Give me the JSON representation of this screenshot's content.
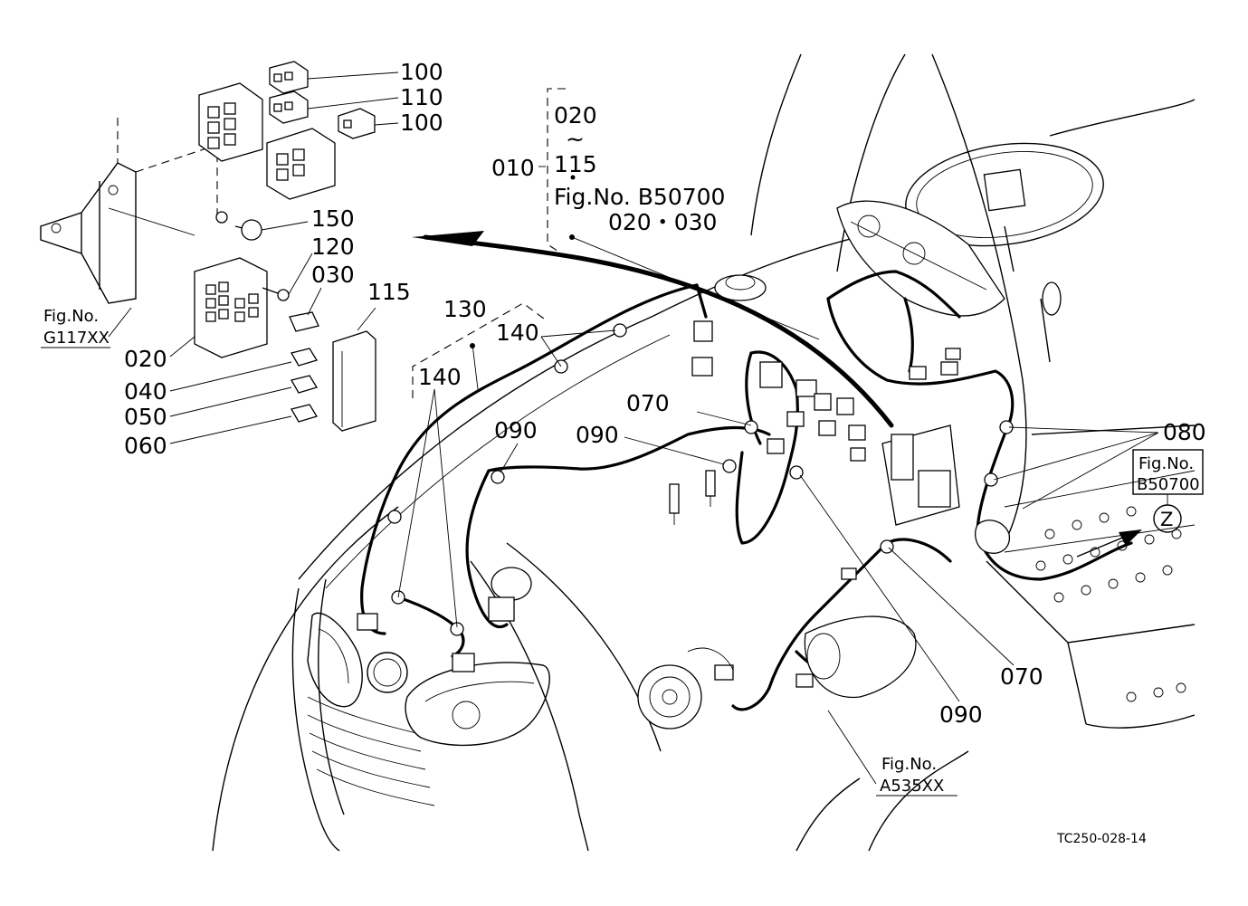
{
  "labels": {
    "n100a": "100",
    "n110": "110",
    "n100b": "100",
    "n150": "150",
    "n120": "120",
    "n030": "030",
    "n115": "115",
    "n020": "020",
    "n040": "040",
    "n050": "050",
    "n060": "060",
    "n130": "130",
    "n140a": "140",
    "n140b": "140",
    "n090a": "090",
    "n090b": "090",
    "n070a": "070",
    "n080": "080",
    "n070b": "070",
    "n090c": "090",
    "n010": "010",
    "range_start": "020",
    "range_tilde": "~",
    "range_end": "115"
  },
  "figure_refs": {
    "g117_line1": "Fig.No.",
    "g117_line2": "G117XX",
    "b50700_main_line1": "Fig.No. B50700",
    "b50700_main_line2": "020・030",
    "b50700_box_line1": "Fig.No.",
    "b50700_box_line2": "B50700",
    "a535_line1": "Fig.No.",
    "a535_line2": "A535XX",
    "view_marker": "Z"
  },
  "drawing_code": "TC250-028-14"
}
